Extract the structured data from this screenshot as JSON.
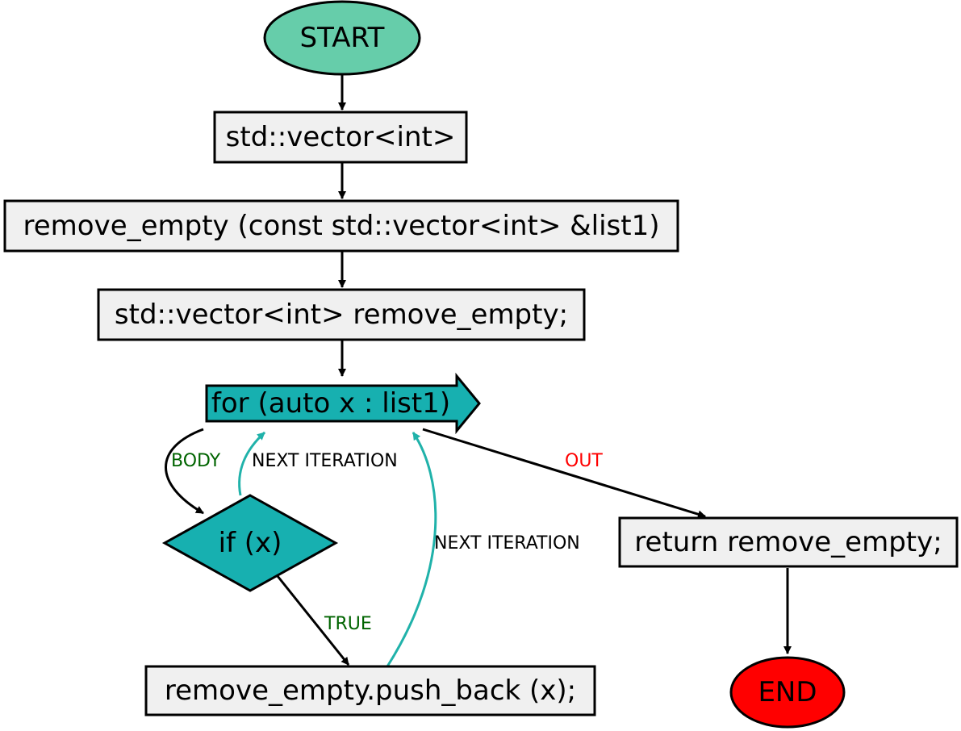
{
  "colors": {
    "terminal_start": "#66cdaa",
    "terminal_end": "#ff0000",
    "process_fill": "#f0f0f0",
    "loop_fill": "#17b0b0",
    "loop_edge": "#20b2aa",
    "label_green": "#006400",
    "label_red": "#ff0000",
    "label_black": "#000000",
    "stroke": "#000000"
  },
  "nodes": {
    "start": "START",
    "declaration": "std::vector<int>",
    "function": "remove_empty (const std::vector<int> &list1)",
    "local_var": "std::vector<int> remove_empty;",
    "loop": "for (auto x : list1)",
    "condition": "if (x)",
    "push_back": "remove_empty.push_back (x);",
    "return": "return remove_empty;",
    "end": "END"
  },
  "edges": {
    "body": "BODY",
    "next_iteration_1": "NEXT ITERATION",
    "next_iteration_2": "NEXT ITERATION",
    "true": "TRUE",
    "out": "OUT"
  }
}
